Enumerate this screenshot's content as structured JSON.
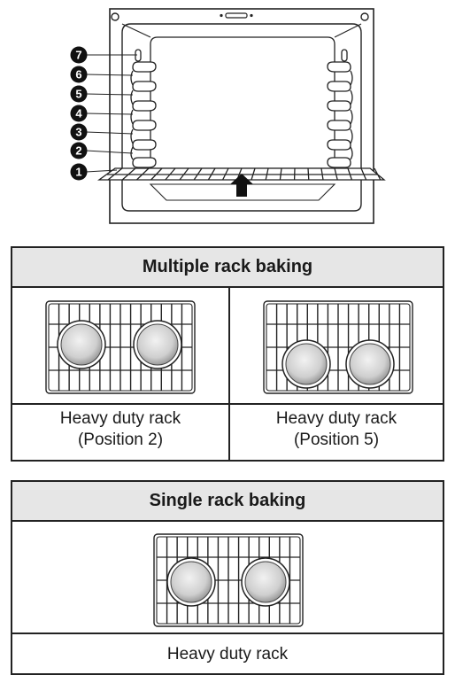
{
  "oven": {
    "rack_positions": [
      "7",
      "6",
      "5",
      "4",
      "3",
      "2",
      "1"
    ]
  },
  "multiple": {
    "title": "Multiple rack baking",
    "left": {
      "caption_line1": "Heavy duty rack",
      "caption_line2": "(Position 2)"
    },
    "right": {
      "caption_line1": "Heavy duty rack",
      "caption_line2": "(Position 5)"
    }
  },
  "single": {
    "title": "Single rack baking",
    "caption": "Heavy duty rack"
  }
}
